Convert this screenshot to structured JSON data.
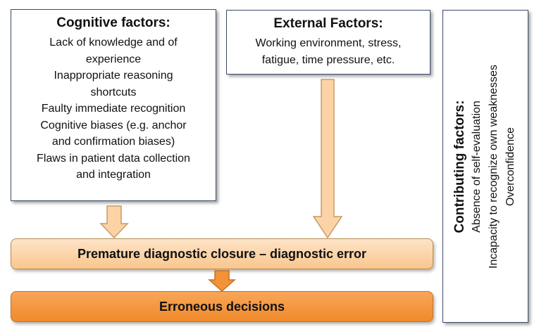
{
  "cognitive": {
    "title": "Cognitive factors:",
    "items": [
      "Lack of knowledge and of",
      "experience",
      "Inappropriate reasoning",
      "shortcuts",
      "Faulty immediate recognition",
      "Cognitive biases (e.g. anchor",
      "and confirmation biases)",
      "Flaws in patient data collection",
      "and integration"
    ]
  },
  "external": {
    "title": "External Factors:",
    "items": [
      "Working environment, stress,",
      "fatigue, time pressure, etc."
    ]
  },
  "contributing": {
    "title": "Contributing factors:",
    "items": [
      "Absence of self-evaluation",
      "Incapacity to recognize own weaknesses",
      "Overconfidence"
    ]
  },
  "outcomes": {
    "premature": "Premature diagnostic closure – diagnostic error",
    "erroneous": "Erroneous decisions"
  },
  "colors": {
    "box_border": "#3b4a68",
    "arrow_light_fill": "#fbd3a6",
    "arrow_light_stroke": "#c99a63",
    "arrow_dark_fill": "#f39237",
    "arrow_dark_stroke": "#c2712a",
    "premature_fill": "#fbd3a6",
    "erroneous_fill": "#f39237"
  }
}
